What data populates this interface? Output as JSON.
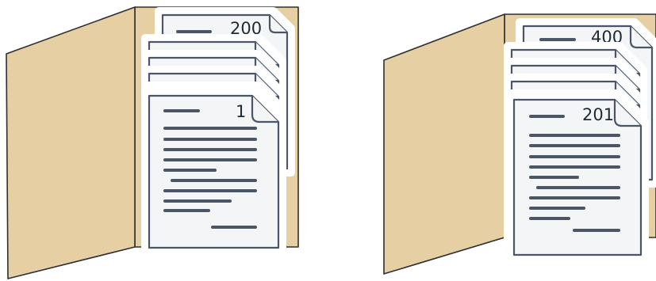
{
  "colors": {
    "folder_fill": "#e5cfa3",
    "folder_stroke": "#2f2f2f",
    "page_fill": "#f4f5f7",
    "page_stroke": "#4a5665",
    "text_line": "#4a5665",
    "halo": "#ffffff"
  },
  "folders": [
    {
      "name": "folder-1",
      "back_page_number": "200",
      "front_page_number": "1"
    },
    {
      "name": "folder-2",
      "back_page_number": "400",
      "front_page_number": "201"
    }
  ]
}
